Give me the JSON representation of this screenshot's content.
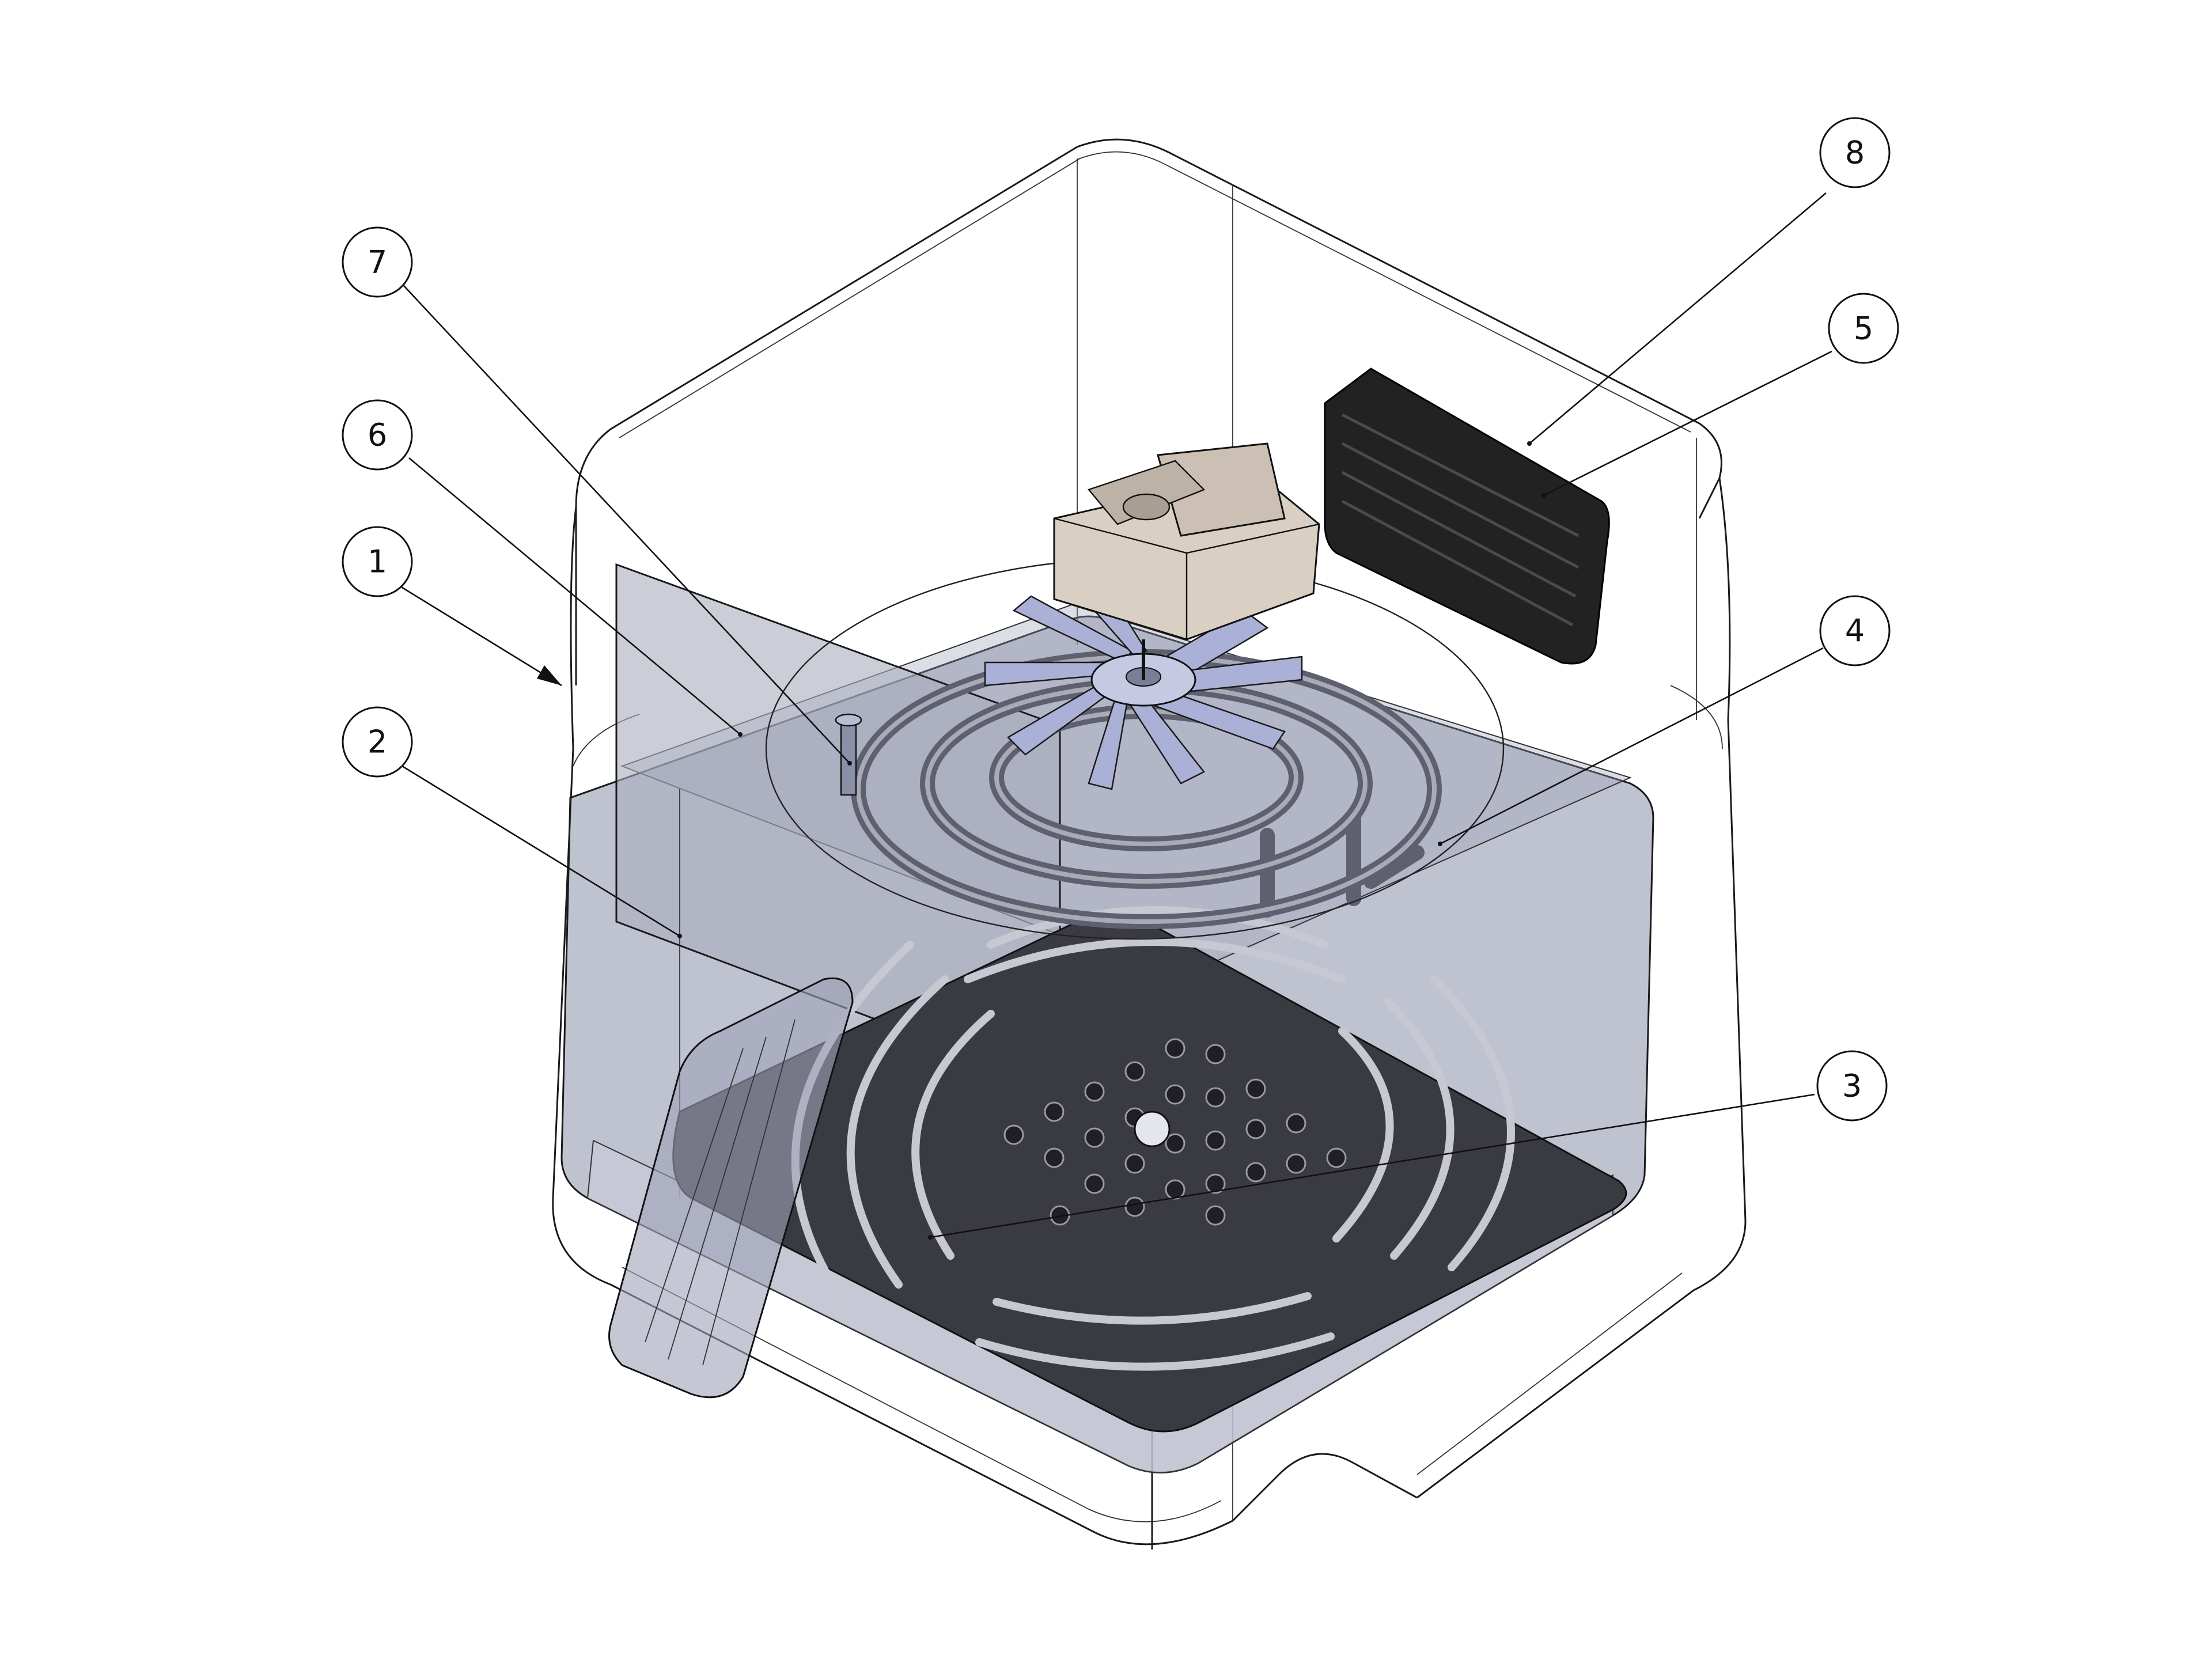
{
  "balloons": [
    {
      "id": "1",
      "label": "1"
    },
    {
      "id": "2",
      "label": "2"
    },
    {
      "id": "3",
      "label": "3"
    },
    {
      "id": "4",
      "label": "4"
    },
    {
      "id": "5",
      "label": "5"
    },
    {
      "id": "6",
      "label": "6"
    },
    {
      "id": "7",
      "label": "7"
    },
    {
      "id": "8",
      "label": "8"
    }
  ],
  "colors": {
    "outline": "#111111",
    "basket_tint": "#8a8fa8",
    "tray_dark": "#3a3a42",
    "motor_beige": "#d9cfc3",
    "fan_blue": "#aab0d6",
    "panel_black": "#222222"
  }
}
